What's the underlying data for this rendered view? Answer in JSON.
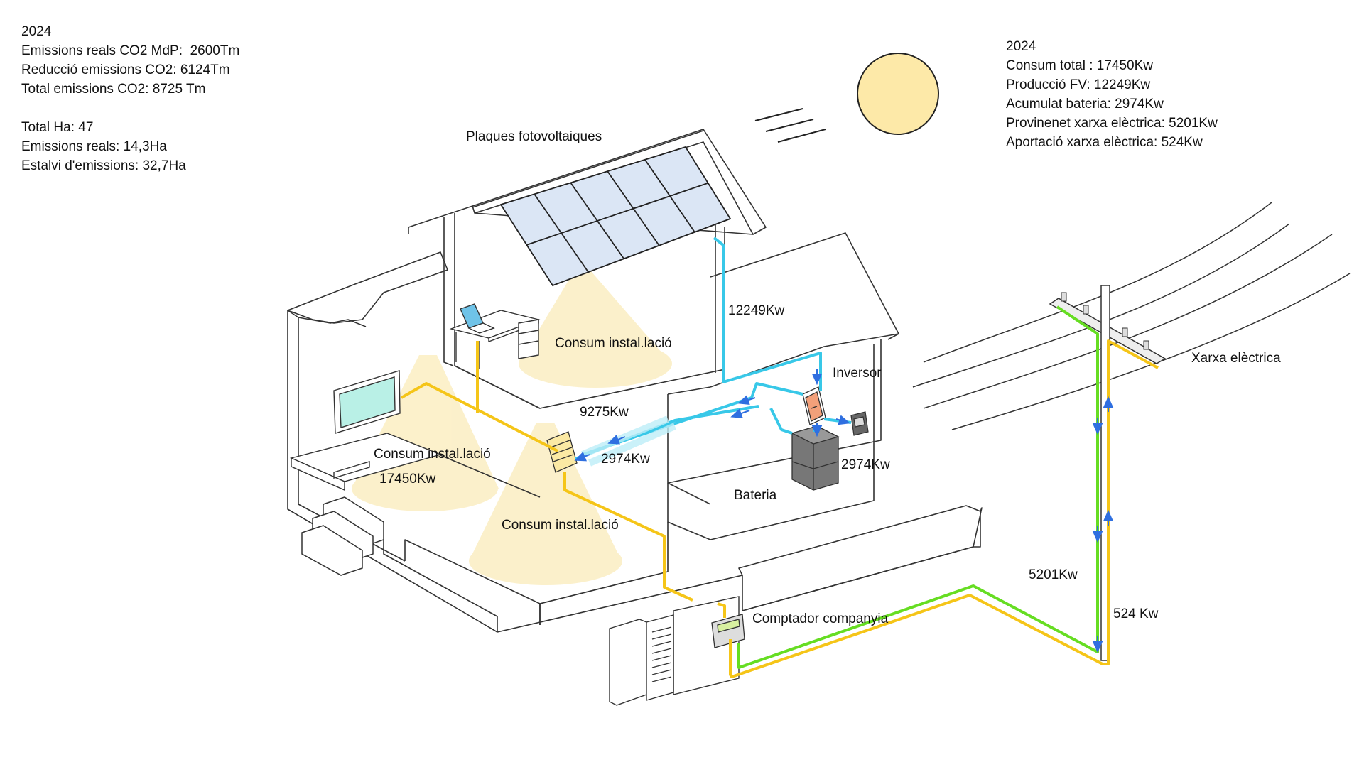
{
  "stats_left": {
    "year": "2024",
    "real_emissions": "Emissions reals CO2 MdP:  2600Tm",
    "reduction": "Reducció emissions CO2: 6124Tm",
    "total_emissions": "Total emissions CO2: 8725 Tm",
    "total_ha": "Total Ha: 47",
    "real_ha": "Emissions reals: 14,3Ha",
    "savings_ha": "Estalvi d'emissions: 32,7Ha"
  },
  "stats_right": {
    "year": "2024",
    "total_consumption": "Consum total : 17450Kw",
    "pv_production": "Producció FV: 12249Kw",
    "battery": "Acumulat bateria: 2974Kw",
    "grid_in": "Provinenet xarxa elèctrica: 5201Kw",
    "grid_out": "Aportació xarxa elèctrica: 524Kw"
  },
  "labels": {
    "panels": "Plaques fotovoltaiques",
    "inverter": "Inversor",
    "battery": "Bateria",
    "grid": "Xarxa elèctrica",
    "meter": "Comptador  companyia",
    "consumption_top": "Consum instal.lació",
    "consumption_left": "Consum instal.lació",
    "consumption_total": "17450Kw",
    "consumption_mid": "Consum instal.lació",
    "pv_flow": "12249Kw",
    "inverter_to_panel": "9275Kw",
    "battery_to_panel": "2974Kw",
    "battery_value": "2974Kw",
    "grid_in_flow": "5201Kw",
    "grid_out_flow": "524 Kw"
  },
  "colors": {
    "solar_line": "#38c8e8",
    "load_line": "#f5c518",
    "grid_line": "#66dd22",
    "arrow": "#2f6fe0",
    "sun": "#fde9a8",
    "light_cone": "#fbeec2"
  }
}
